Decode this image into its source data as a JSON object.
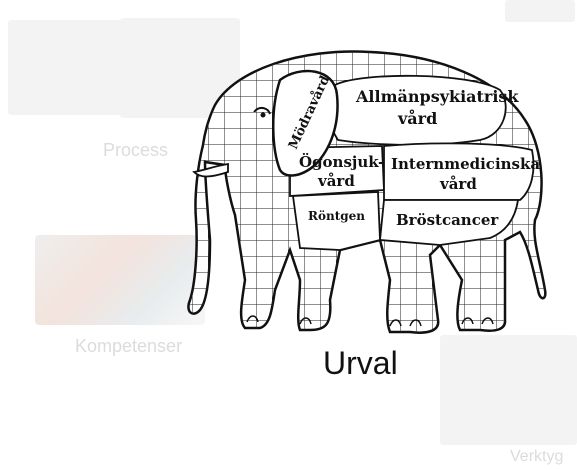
{
  "background": {
    "process_label": "Process",
    "kompetenser_label": "Kompetenser",
    "verktyg_label": "Verktyg"
  },
  "elephant": {
    "regions": {
      "modravard": "Mödravård",
      "allmanpsyk_line1": "Allmänpsykiatrisk",
      "allmanpsyk_line2": "vård",
      "ogonsjuk_line1": "Ögonsjuk-",
      "ogonsjuk_line2": "vård",
      "internmed_line1": "Internmedicinska",
      "internmed_line2": "vård",
      "rontgen": "Röntgen",
      "brostcancer": "Bröstcancer"
    }
  },
  "caption": "Urval"
}
